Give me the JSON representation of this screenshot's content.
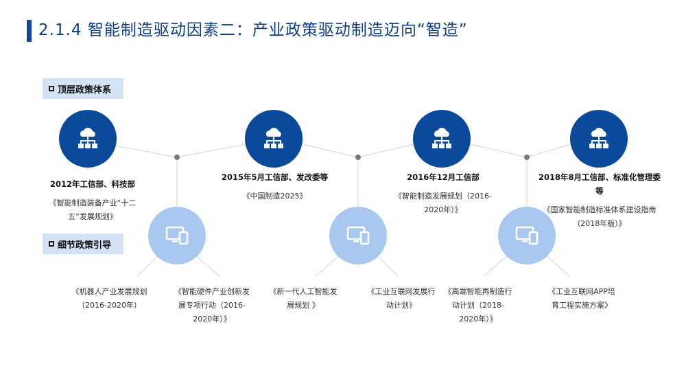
{
  "title": "2.1.4 智能制造驱动因素二：产业政策驱动制造迈向“智造”",
  "sections": {
    "top": "顶层政策体系",
    "detail": "细节政策引导"
  },
  "icons": {
    "top": "cloud-network-icon",
    "detail": "desktop-tablet-icon"
  },
  "colors": {
    "dark_circle": "#0b4a9a",
    "light_circle": "#a8c8f0",
    "section_bg": "#d3e2f5",
    "title": "#0d3d86"
  },
  "top_policies": [
    {
      "org": "2012年工信部、科技部",
      "doc": "《智能制造装备产业“十二五”发展规划》"
    },
    {
      "org": "2015年5月工信部、发改委等",
      "doc": "《中国制造2025》"
    },
    {
      "org": "2016年12月工信部",
      "doc": "《智能制造发展规划（2016-2020年）》"
    },
    {
      "org": "2018年8月工信部、标准化管理委等",
      "doc": "《国家智能制造标准体系建设指南（2018年版）》"
    }
  ],
  "detail_policies": [
    "《机器人产业发展规划（2016-2020年）",
    "《智能硬件产业创新发展专项行动（2016-2020年）》",
    "《新一代人工智能发展规划 》",
    "《工业互联网发展行动计划》",
    "《高端智能再制造行动计划（2018-2020年）》",
    "《工业互联网APP培育工程实施方案》"
  ]
}
